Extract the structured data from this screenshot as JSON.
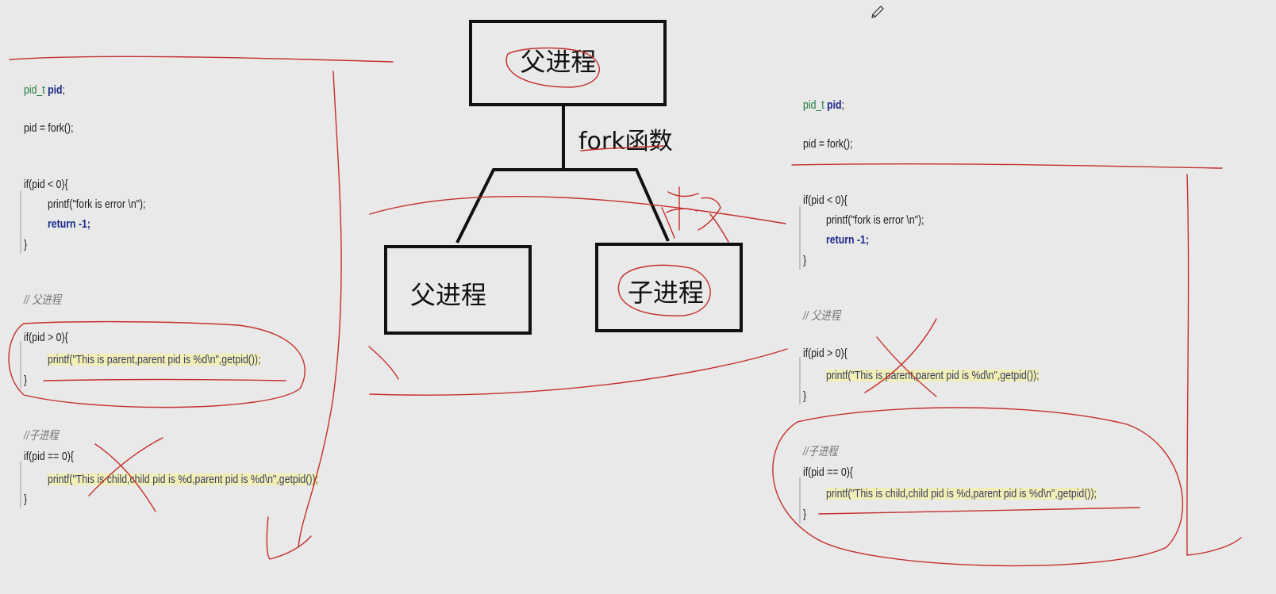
{
  "diagram": {
    "parent_top": "父进程",
    "fork_label": "fork函数",
    "parent_bottom": "父进程",
    "child_bottom": "子进程",
    "annotation_copy": "拷贝"
  },
  "left_code": {
    "l1_type": "pid_t",
    "l1_var": "pid",
    "l1_end": ";",
    "l2": "pid = fork();",
    "if1": "if(pid < 0){",
    "if1_body1": "printf(\"fork is error \\n\");",
    "if1_body2": "return -1;",
    "if1_close": "}",
    "c_parent": "// 父进程",
    "if2": "if(pid > 0){",
    "if2_body": "printf(\"This is parent,parent pid is %d\\n\",getpid());",
    "if2_close": "}",
    "c_child": "//子进程",
    "if3": "if(pid == 0){",
    "if3_body": "printf(\"This is child,child pid is %d,parent pid is %d\\n\",getpid());",
    "if3_close": "}"
  },
  "right_code": {
    "l1_type": "pid_t",
    "l1_var": "pid",
    "l1_end": ";",
    "l2": "pid = fork();",
    "if1": "if(pid < 0){",
    "if1_body1": "printf(\"fork is error \\n\");",
    "if1_body2": "return -1;",
    "if1_close": "}",
    "c_parent": "// 父进程",
    "if2": "if(pid > 0){",
    "if2_body": "printf(\"This is parent,parent pid is %d\\n\",getpid());",
    "if2_close": "}",
    "c_child": "//子进程",
    "if3": "if(pid == 0){",
    "if3_body": "printf(\"This is child,child pid is %d,parent pid is %d\\n\",getpid());",
    "if3_close": "}"
  },
  "colors": {
    "pen_red": "#c4302b",
    "box_border": "#111111",
    "background": "#e9e9e9"
  },
  "icons": [
    "pencil-icon"
  ]
}
